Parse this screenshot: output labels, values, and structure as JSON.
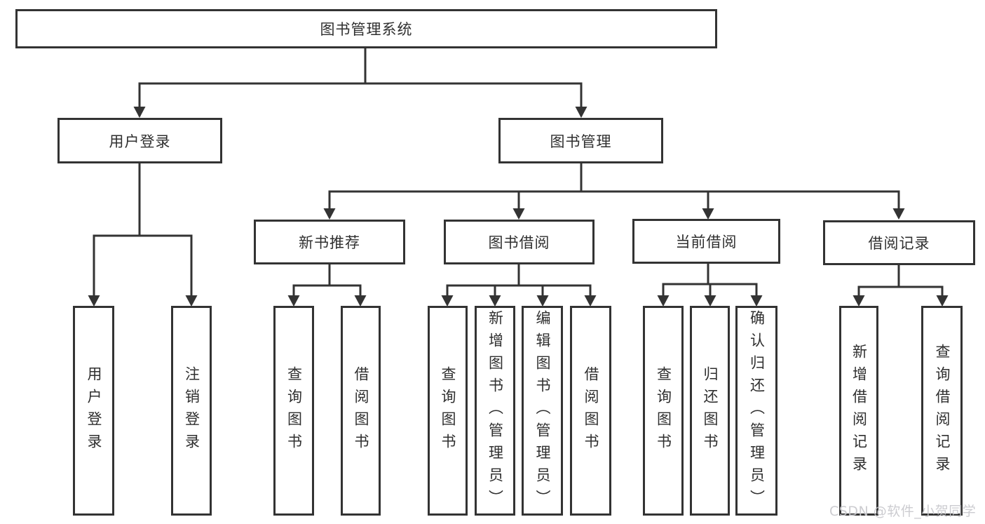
{
  "diagram": {
    "title": "图书管理系统",
    "level2": {
      "user_login": "用户登录",
      "book_mgmt": "图书管理"
    },
    "level3": {
      "new_books": "新书推荐",
      "book_borrow": "图书借阅",
      "current_borrow": "当前借阅",
      "borrow_records": "借阅记录"
    },
    "leaves": {
      "user_login": [
        "用户登录",
        "注销登录"
      ],
      "new_books": [
        "查询图书",
        "借阅图书"
      ],
      "book_borrow": [
        "查询图书",
        "新增图书（管理员）",
        "编辑图书（管理员）",
        "借阅图书"
      ],
      "current_borrow": [
        "查询图书",
        "归还图书",
        "确认归还（管理员）"
      ],
      "borrow_records": [
        "新增借阅记录",
        "查询借阅记录"
      ]
    },
    "colors": {
      "line": "#333333",
      "text": "#2f2f2f",
      "background": "#ffffff",
      "watermark": "#c8c8cd"
    },
    "watermark": "CSDN @软件_小贺同学"
  }
}
